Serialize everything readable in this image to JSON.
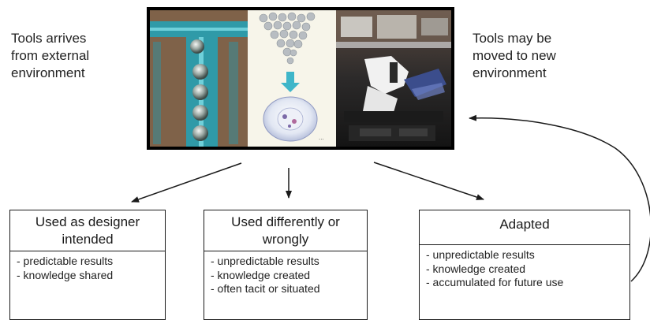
{
  "left_note": [
    "Tools arrives",
    "from external",
    "environment"
  ],
  "right_note": [
    "Tools may be",
    "moved to new",
    "environment"
  ],
  "photo_panels": [
    "circuit-board-photo",
    "cell-illustration-photo",
    "microscope-lab-photo"
  ],
  "boxes": [
    {
      "title": [
        "Used as designer",
        "intended"
      ],
      "items": [
        "- predictable results",
        "- knowledge shared"
      ]
    },
    {
      "title": [
        "Used differently or",
        "wrongly"
      ],
      "items": [
        "- unpredictable results",
        "- knowledge created",
        "- often tacit or situated"
      ]
    },
    {
      "title": [
        "Adapted"
      ],
      "items": [
        "- unpredictable results",
        "- knowledge created",
        "- accumulated for future use"
      ]
    }
  ],
  "colors": {
    "line": "#1a1a1a",
    "circuit_teal": "#2f9aa8",
    "cell_arrow": "#3fb6c9"
  }
}
